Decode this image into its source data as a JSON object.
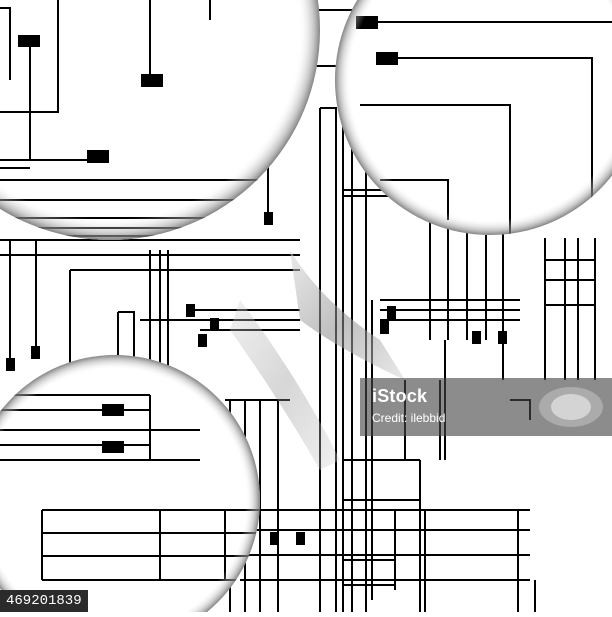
{
  "image": {
    "subject": "circuit-board lines seen through magnifying lenses",
    "palette": {
      "background": "#ffffff",
      "lines": "#000000",
      "lens_shadow": "#8a8a8a",
      "watermark_bg": "#4a4a4a"
    }
  },
  "watermark": {
    "brand": "iStock",
    "credit": "Credit: ilebbid"
  },
  "image_id": "469201839"
}
